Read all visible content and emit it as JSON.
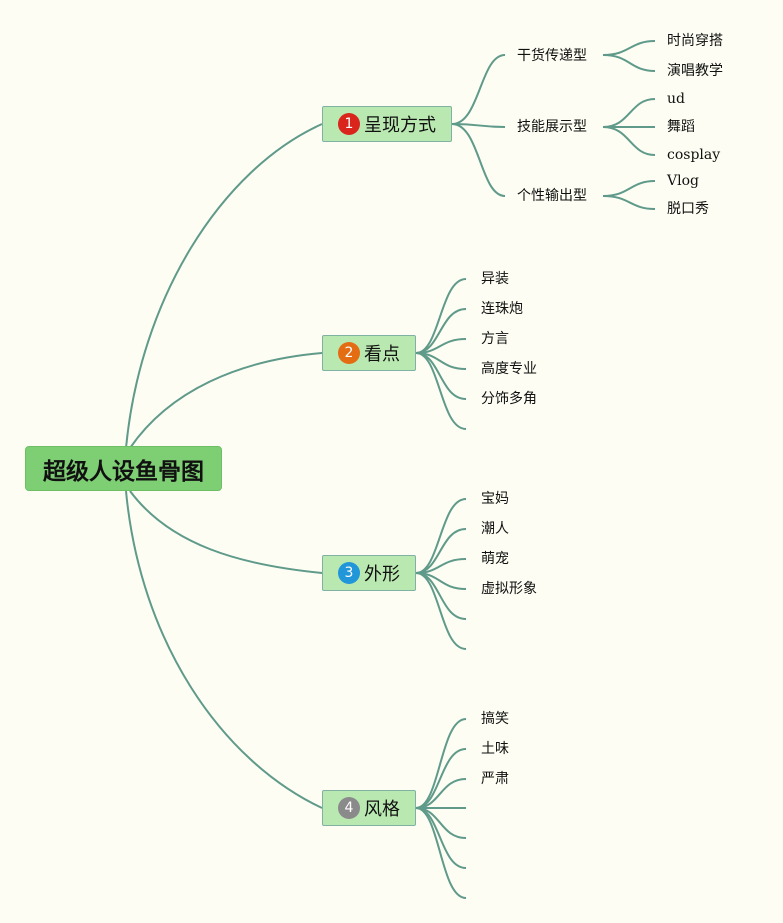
{
  "root": {
    "title": "超级人设鱼骨图"
  },
  "branches": [
    {
      "number": "1",
      "label": "呈现方式",
      "color": "#d9251b",
      "children": [
        {
          "label": "干货传递型",
          "children": [
            "时尚穿搭",
            "演唱教学"
          ]
        },
        {
          "label": "技能展示型",
          "children": [
            "ud",
            "舞蹈",
            "cosplay"
          ]
        },
        {
          "label": "个性输出型",
          "children": [
            "Vlog",
            "脱口秀"
          ]
        }
      ]
    },
    {
      "number": "2",
      "label": "看点",
      "color": "#e46c12",
      "children": [
        "异装",
        "连珠炮",
        "方言",
        "高度专业",
        "分饰多角",
        ""
      ]
    },
    {
      "number": "3",
      "label": "外形",
      "color": "#2196d9",
      "children": [
        "宝妈",
        "潮人",
        "萌宠",
        "虚拟形象",
        "",
        ""
      ]
    },
    {
      "number": "4",
      "label": "风格",
      "color": "#8a8a8a",
      "children": [
        "搞笑",
        "土味",
        "严肃",
        "",
        "",
        "",
        ""
      ]
    }
  ],
  "line_color": "#5f9a8a"
}
